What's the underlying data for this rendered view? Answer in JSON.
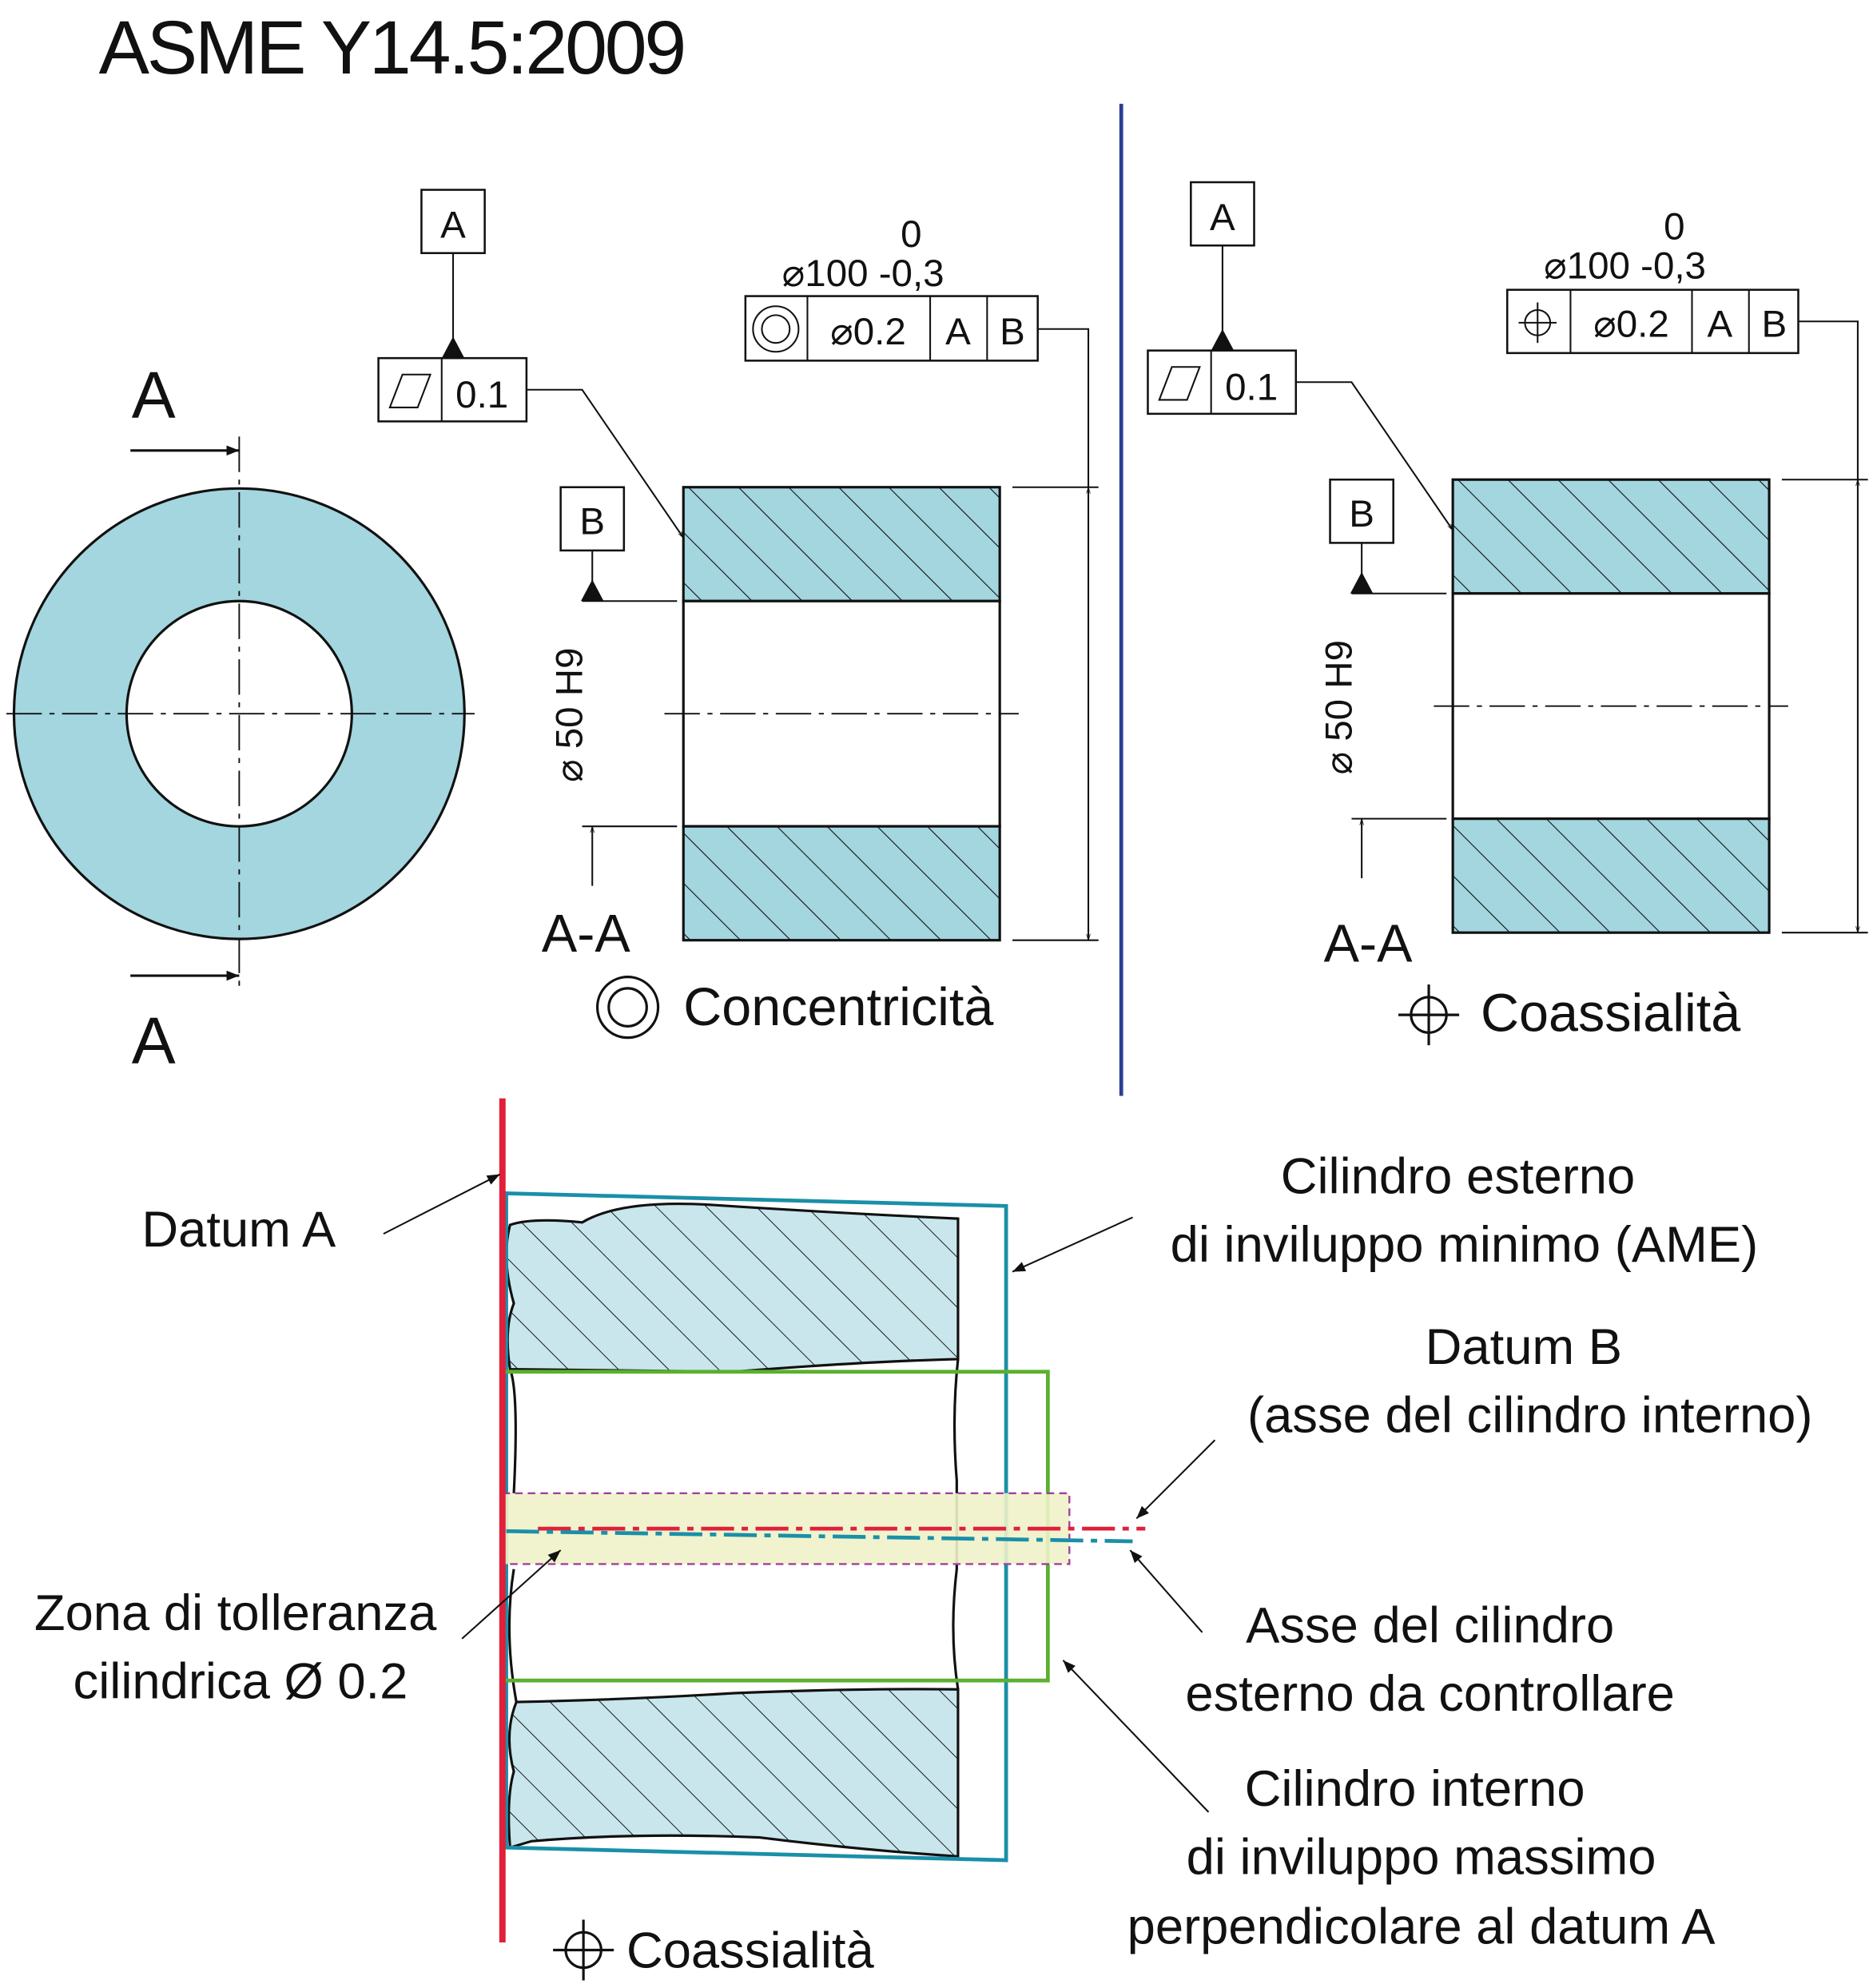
{
  "title": "ASME Y14.5:2009",
  "colors": {
    "part_fill": "#a3d6df",
    "part_light": "#c8e6ec",
    "divider": "#2a3f93",
    "datum_a_line": "#e0203a",
    "outer_envelope": "#1a8fa8",
    "inner_envelope": "#5ab030",
    "zone_fill": "#eef2c8",
    "zone_border": "#a040a0"
  },
  "section_labels": {
    "top": "A",
    "bottom": "A"
  },
  "left_view": {
    "datum_a": "A",
    "datum_b": "B",
    "flatness_value": "0.1",
    "flatness_icon": "parallelogram-icon",
    "dim_upper": "0",
    "dim_main": "⌀100 -0,3",
    "dim_bore": "⌀ 50 H9",
    "fcf": {
      "symbol_icon": "concentricity-icon",
      "tolerance": "⌀0.2",
      "ref1": "A",
      "ref2": "B"
    },
    "section_name": "A-A",
    "caption": "Concentricità"
  },
  "right_view": {
    "datum_a": "A",
    "datum_b": "B",
    "flatness_value": "0.1",
    "flatness_icon": "parallelogram-icon",
    "dim_upper": "0",
    "dim_main": "⌀100 -0,3",
    "dim_bore": "⌀ 50 H9",
    "fcf": {
      "symbol_icon": "position-icon",
      "tolerance": "⌀0.2",
      "ref1": "A",
      "ref2": "B"
    },
    "section_name": "A-A",
    "caption": "Coassialità"
  },
  "bottom": {
    "datum_a": "Datum A",
    "outer_env": [
      "Cilindro esterno",
      "di inviluppo minimo (AME)"
    ],
    "datum_b": [
      "Datum B",
      "(asse del cilindro interno)"
    ],
    "zone": [
      "Zona di tolleranza",
      "cilindrica Ø 0.2"
    ],
    "axis": [
      "Asse del cilindro",
      "esterno da controllare"
    ],
    "inner_env": [
      "Cilindro interno",
      "di inviluppo massimo",
      "perpendicolare al datum A"
    ],
    "caption": "Coassialità"
  }
}
